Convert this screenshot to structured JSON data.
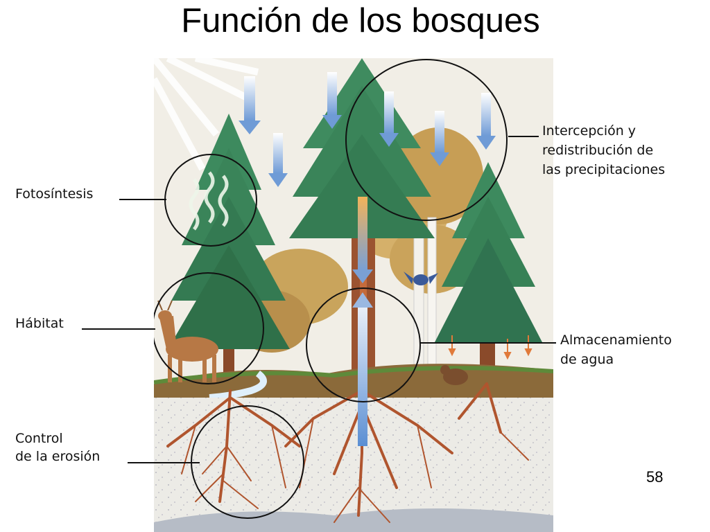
{
  "slide": {
    "title": "Función de los bosques",
    "page_number": "58"
  },
  "labels": {
    "photosynthesis": "Fotosíntesis",
    "habitat": "Hábitat",
    "erosion_line1": "Control",
    "erosion_line2": "de la erosión",
    "interception_line1": "Intercepción y",
    "interception_line2": "redistribución de",
    "interception_line3": "las precipitaciones",
    "storage_line1": "Almacenamiento",
    "storage_line2": "de agua"
  },
  "colors": {
    "sky": "#efece4",
    "conifer": "#3d8a5e",
    "conifer_dark": "#2b6f4a",
    "autumn_foliage": "#c9a45c",
    "trunk": "#8a4a2a",
    "ground": "#8b6a3a",
    "soil": "#ebe9e4",
    "roots": "#b0552e",
    "rain_arrow": "#7fa6d8",
    "circle_outline": "#111111"
  },
  "icons": [
    "sun-rays-icon",
    "rain-arrow-icon",
    "photosynthesis-wave-icon",
    "deer-icon",
    "bird-icon",
    "water-flow-arrow-icon",
    "root-system-icon"
  ]
}
